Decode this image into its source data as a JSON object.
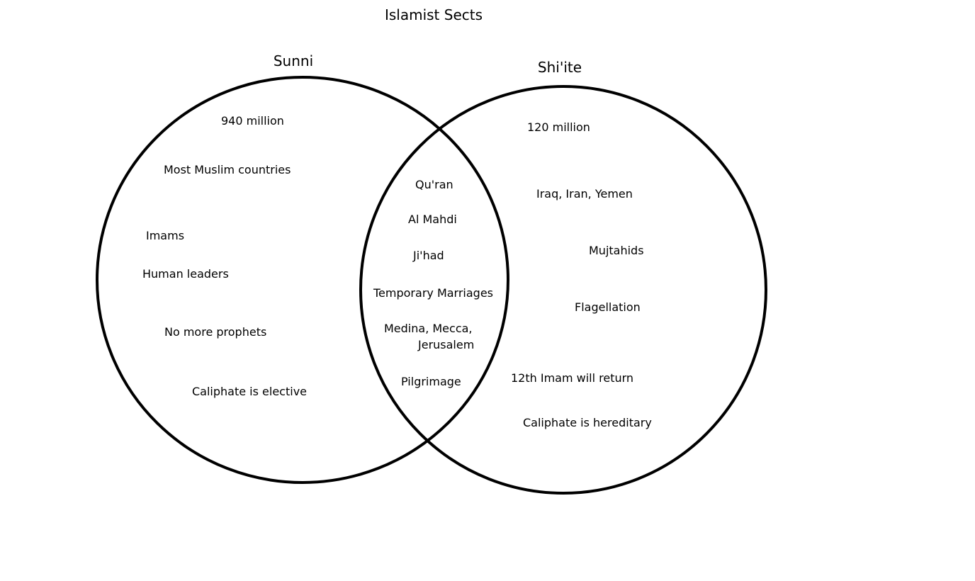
{
  "title": "Islamist Sects",
  "colors": {
    "stroke": "#000000",
    "text": "#000000",
    "background": "#ffffff"
  },
  "sunni": {
    "label": "Sunni",
    "items": [
      "940 million",
      "Most Muslim countries",
      "Imams",
      "Human leaders",
      "No more prophets",
      "Caliphate is elective"
    ]
  },
  "shiite": {
    "label": "Shi'ite",
    "items": [
      "120 million",
      "Iraq, Iran, Yemen",
      "Mujtahids",
      "Flagellation",
      "12th Imam will return",
      "Caliphate is hereditary"
    ]
  },
  "shared": {
    "items": [
      "Qu'ran",
      "Al Mahdi",
      "Ji'had",
      "Temporary Marriages",
      "Medina, Mecca,",
      "Jerusalem",
      "Pilgrimage"
    ]
  }
}
